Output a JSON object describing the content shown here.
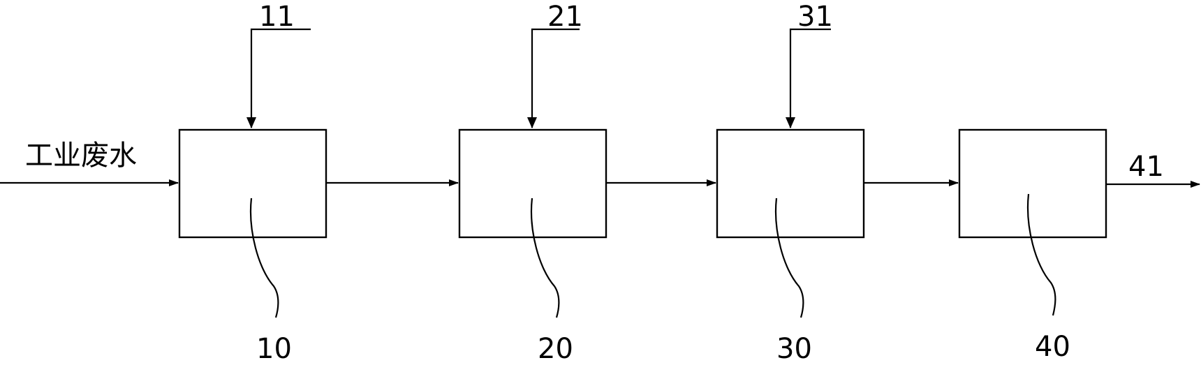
{
  "diagram": {
    "inlet_label": "工业废水",
    "outlet_label": "41",
    "units": [
      {
        "label": "10",
        "feed_label": "11"
      },
      {
        "label": "20",
        "feed_label": "21"
      },
      {
        "label": "30",
        "feed_label": "31"
      },
      {
        "label": "40"
      }
    ]
  }
}
